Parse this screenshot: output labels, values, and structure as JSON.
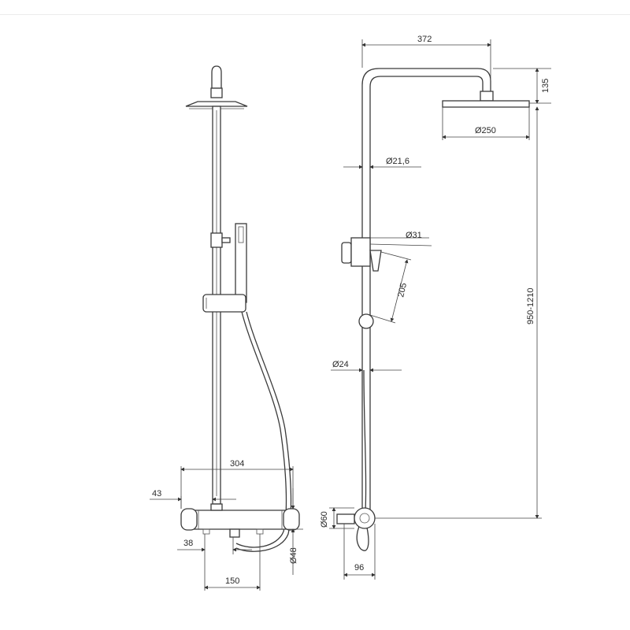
{
  "dimensions": {
    "arm_reach": "372",
    "head_height": "135",
    "head_diameter": "Ø250",
    "pipe_upper_diameter": "Ø21,6",
    "handshower_diameter": "Ø31",
    "handshower_length": "205",
    "pipe_lower_diameter": "Ø24",
    "height_range": "950-1210",
    "mixer_width": "304",
    "offset_43": "43",
    "mixer_diameter": "Ø60",
    "offset_38": "38",
    "outlet_diameter": "Ø48",
    "wall_depth": "96",
    "inlet_spacing": "150"
  }
}
